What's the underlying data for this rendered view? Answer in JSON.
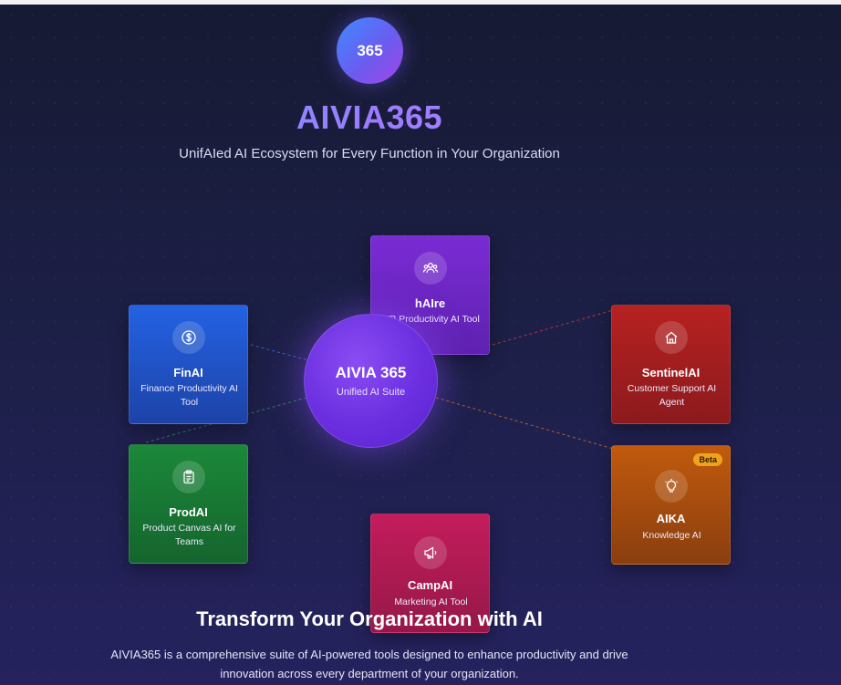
{
  "header": {
    "logo_text": "365",
    "brand": "AIVIA365",
    "tagline": "UnifAIed AI Ecosystem for Every Function in Your Organization"
  },
  "hub": {
    "title": "AIVIA 365",
    "subtitle": "Unified AI Suite"
  },
  "products": [
    {
      "name": "hAIre",
      "desc": "HR Productivity AI Tool",
      "icon": "users-icon",
      "color": "#7a2bd4"
    },
    {
      "name": "FinAI",
      "desc": "Finance Productivity AI Tool",
      "icon": "dollar-icon",
      "color": "#2362e3"
    },
    {
      "name": "SentinelAI",
      "desc": "Customer Support AI Agent",
      "icon": "home-icon",
      "color": "#b72121"
    },
    {
      "name": "ProdAI",
      "desc": "Product Canvas AI for Teams",
      "icon": "clipboard-icon",
      "color": "#1b8839"
    },
    {
      "name": "AIKA",
      "desc": "Knowledge AI",
      "icon": "lightbulb-icon",
      "color": "#c05a0d",
      "badge": "Beta"
    },
    {
      "name": "CampAI",
      "desc": "Marketing AI Tool",
      "icon": "megaphone-icon",
      "color": "#c41c5c"
    }
  ],
  "section": {
    "heading": "Transform Your Organization with AI",
    "paragraph": "AIVIA365 is a comprehensive suite of AI-powered tools designed to enhance productivity and drive innovation across every department of your organization."
  }
}
